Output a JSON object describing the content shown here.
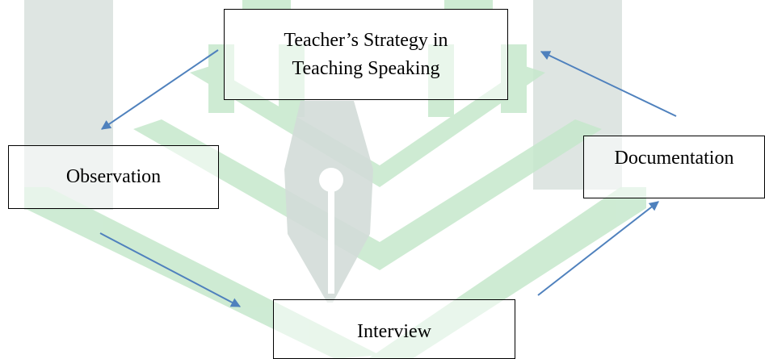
{
  "diagram": {
    "nodes": {
      "main": {
        "line1": "Teacher’s Strategy in",
        "line2": "Teaching Speaking"
      },
      "observation": {
        "label": "Observation"
      },
      "documentation": {
        "label": "Documentation"
      },
      "interview": {
        "label": "Interview"
      }
    },
    "colors": {
      "arrow": "#4F81BD",
      "watermark_green": "#C6E8CC",
      "watermark_gray": "#D3DCD8"
    },
    "edges": [
      {
        "from": "main",
        "to": "observation"
      },
      {
        "from": "observation",
        "to": "interview"
      },
      {
        "from": "interview",
        "to": "documentation"
      },
      {
        "from": "documentation",
        "to": "main"
      }
    ]
  }
}
